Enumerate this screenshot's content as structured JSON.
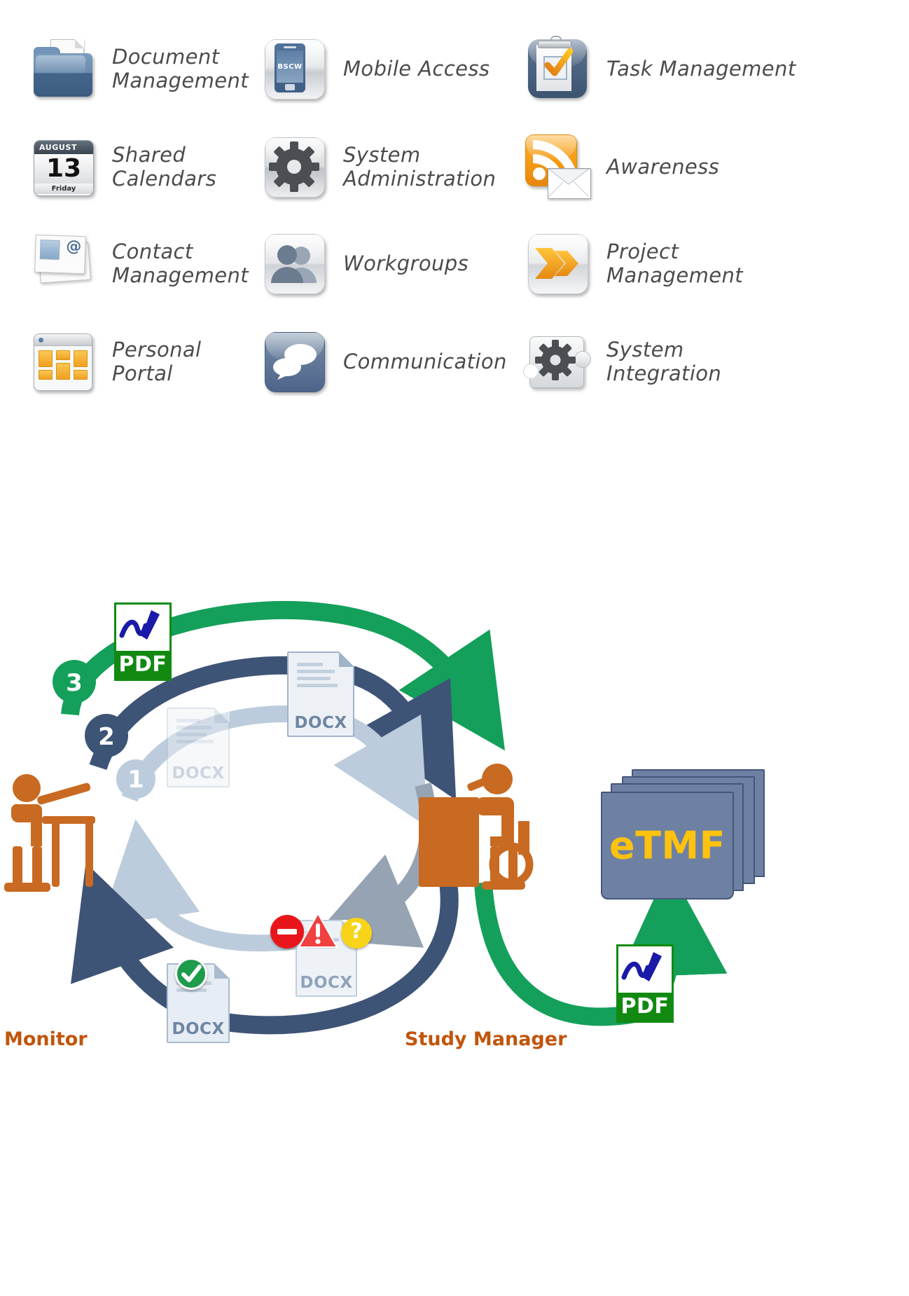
{
  "features": {
    "items": [
      {
        "label": "Document\nManagement",
        "icon": "folder-document-icon",
        "col": 0,
        "row": 0
      },
      {
        "label": "Mobile Access",
        "icon": "mobile-phone-icon",
        "screen_text": "BSCW",
        "col": 1,
        "row": 0
      },
      {
        "label": "Task Management",
        "icon": "clipboard-checkmark-icon",
        "col": 2,
        "row": 0
      },
      {
        "label": "Shared\nCalendars",
        "icon": "calendar-icon",
        "col": 0,
        "row": 1
      },
      {
        "label": "System\nAdministration",
        "icon": "gear-icon",
        "col": 1,
        "row": 1
      },
      {
        "label": "Awareness",
        "icon": "rss-envelope-icon",
        "col": 2,
        "row": 1
      },
      {
        "label": "Contact\nManagement",
        "icon": "contact-cards-icon",
        "col": 0,
        "row": 2
      },
      {
        "label": "Workgroups",
        "icon": "people-group-icon",
        "col": 1,
        "row": 2
      },
      {
        "label": "Project\nManagement",
        "icon": "chevron-arrows-icon",
        "col": 2,
        "row": 2
      },
      {
        "label": "Personal\nPortal",
        "icon": "portal-window-icon",
        "col": 0,
        "row": 3
      },
      {
        "label": "Communication",
        "icon": "speech-bubbles-icon",
        "col": 1,
        "row": 3
      },
      {
        "label": "System\nIntegration",
        "icon": "puzzle-gear-icon",
        "col": 2,
        "row": 3
      }
    ],
    "calendar": {
      "month": "AUGUST",
      "day": "13",
      "weekday": "Friday"
    }
  },
  "workflow": {
    "roles": {
      "monitor": "Monitor",
      "study_manager": "Study Manager"
    },
    "steps": [
      {
        "number": "1",
        "color": "#BCCCDC"
      },
      {
        "number": "2",
        "color": "#3E5476"
      },
      {
        "number": "3",
        "color": "#14A05A"
      }
    ],
    "documents": [
      {
        "name": "docx-draft-faded",
        "caption": "DOCX",
        "state": "draft"
      },
      {
        "name": "docx-submitted",
        "caption": "DOCX",
        "state": "submitted"
      },
      {
        "name": "docx-rejected",
        "caption": "DOCX",
        "state": "rejected",
        "badges": [
          "stop-icon",
          "warning-icon",
          "question-icon"
        ]
      },
      {
        "name": "docx-approved",
        "caption": "DOCX",
        "state": "approved",
        "badges": [
          "check-icon"
        ]
      },
      {
        "name": "pdf-signed-top",
        "caption": "PDF",
        "state": "signed"
      },
      {
        "name": "pdf-signed-bottom",
        "caption": "PDF",
        "state": "signed"
      }
    ],
    "archive": {
      "label": "eTMF",
      "sheets": 4
    },
    "colors": {
      "green": "#14A05A",
      "dark_blue": "#3E5476",
      "light_blue": "#BCCCDC",
      "gray_blue": "#95A3B3",
      "orange": "#C86A21",
      "role_text": "#C0550B",
      "pdf_green": "#128A12",
      "etmf_blue": "#6E81A3",
      "etmf_text": "#FFC20E"
    }
  }
}
